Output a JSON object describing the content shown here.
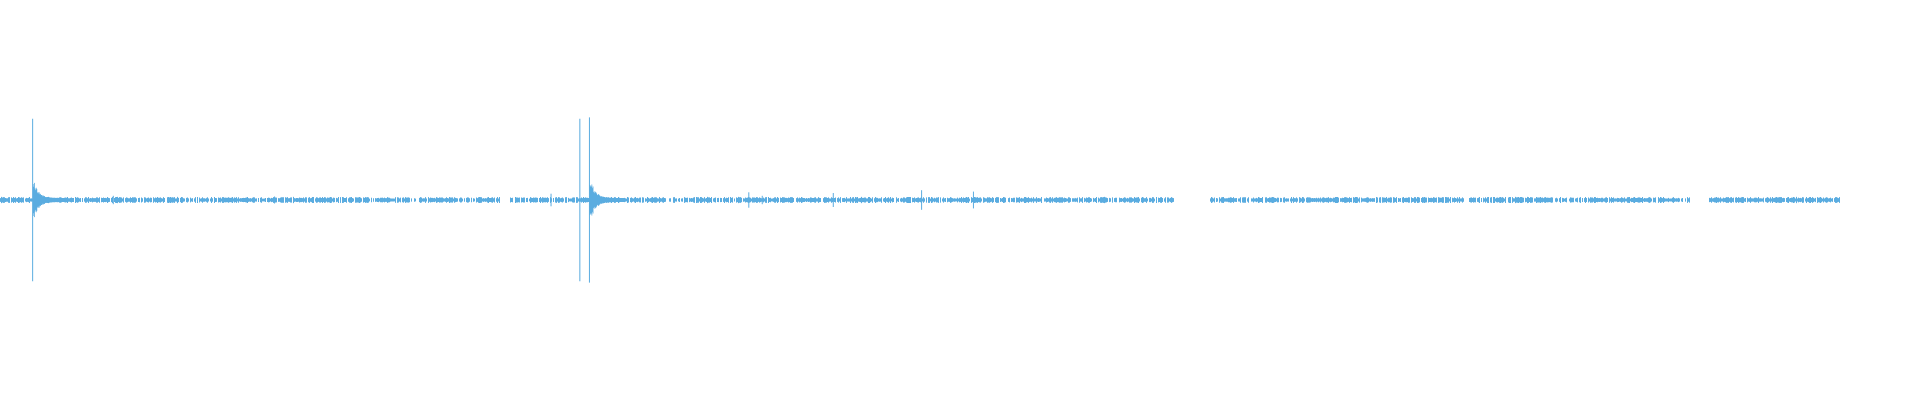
{
  "waveform": {
    "color": "#5aace0",
    "background": "#ffffff",
    "level_range": [
      -1,
      1
    ],
    "time_range": [
      0,
      1
    ],
    "transients": [
      {
        "t": 0.017,
        "peak": 0.58,
        "tail": 0.06
      },
      {
        "t": 0.302,
        "peak": 0.58,
        "tail": 0.0
      },
      {
        "t": 0.307,
        "peak": 0.59,
        "tail": 0.06
      }
    ],
    "small_spikes": [
      {
        "t": 0.059,
        "peak": 0.03
      },
      {
        "t": 0.108,
        "peak": 0.02
      },
      {
        "t": 0.143,
        "peak": 0.025
      },
      {
        "t": 0.206,
        "peak": 0.02
      },
      {
        "t": 0.287,
        "peak": 0.045
      },
      {
        "t": 0.39,
        "peak": 0.055
      },
      {
        "t": 0.397,
        "peak": 0.03
      },
      {
        "t": 0.434,
        "peak": 0.05
      },
      {
        "t": 0.48,
        "peak": 0.07
      },
      {
        "t": 0.507,
        "peak": 0.06
      },
      {
        "t": 0.56,
        "peak": 0.015
      },
      {
        "t": 0.685,
        "peak": 0.012
      },
      {
        "t": 0.72,
        "peak": 0.012
      },
      {
        "t": 0.85,
        "peak": 0.012
      }
    ],
    "noise_floor": 0.005,
    "sound_segments": [
      [
        0.0,
        0.26
      ],
      [
        0.265,
        0.611
      ],
      [
        0.63,
        0.762
      ],
      [
        0.765,
        0.88
      ],
      [
        0.89,
        0.958
      ]
    ]
  }
}
